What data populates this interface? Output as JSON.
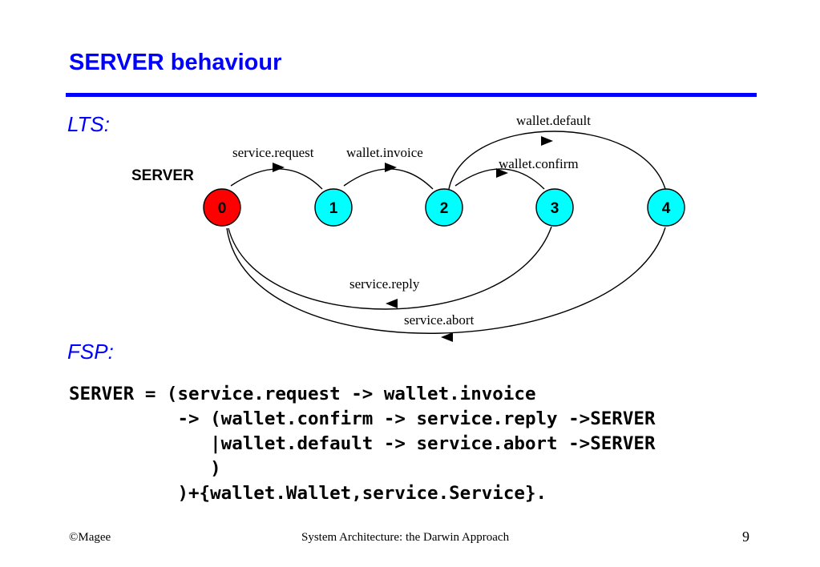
{
  "slide": {
    "title": "SERVER behaviour",
    "lts_label": "LTS:",
    "fsp_label": "FSP:",
    "footer": {
      "left": "©Magee",
      "center": "System Architecture: the Darwin Approach",
      "page_number": "9"
    }
  },
  "lts": {
    "process_name": "SERVER",
    "colors": {
      "initial_state": "#ff0000",
      "state": "#00ffff",
      "title_accent": "#0000ff"
    },
    "states": [
      "0",
      "1",
      "2",
      "3",
      "4"
    ],
    "transitions": [
      {
        "from": "0",
        "to": "1",
        "label": "service.request"
      },
      {
        "from": "1",
        "to": "2",
        "label": "wallet.invoice"
      },
      {
        "from": "2",
        "to": "3",
        "label": "wallet.confirm"
      },
      {
        "from": "2",
        "to": "4",
        "label": "wallet.default"
      },
      {
        "from": "3",
        "to": "0",
        "label": "service.reply"
      },
      {
        "from": "4",
        "to": "0",
        "label": "service.abort"
      }
    ]
  },
  "fsp": {
    "lines": [
      "SERVER = (service.request -> wallet.invoice",
      "          -> (wallet.confirm -> service.reply ->SERVER",
      "             |wallet.default -> service.abort ->SERVER",
      "             )",
      "          )+{wallet.Wallet,service.Service}."
    ]
  }
}
